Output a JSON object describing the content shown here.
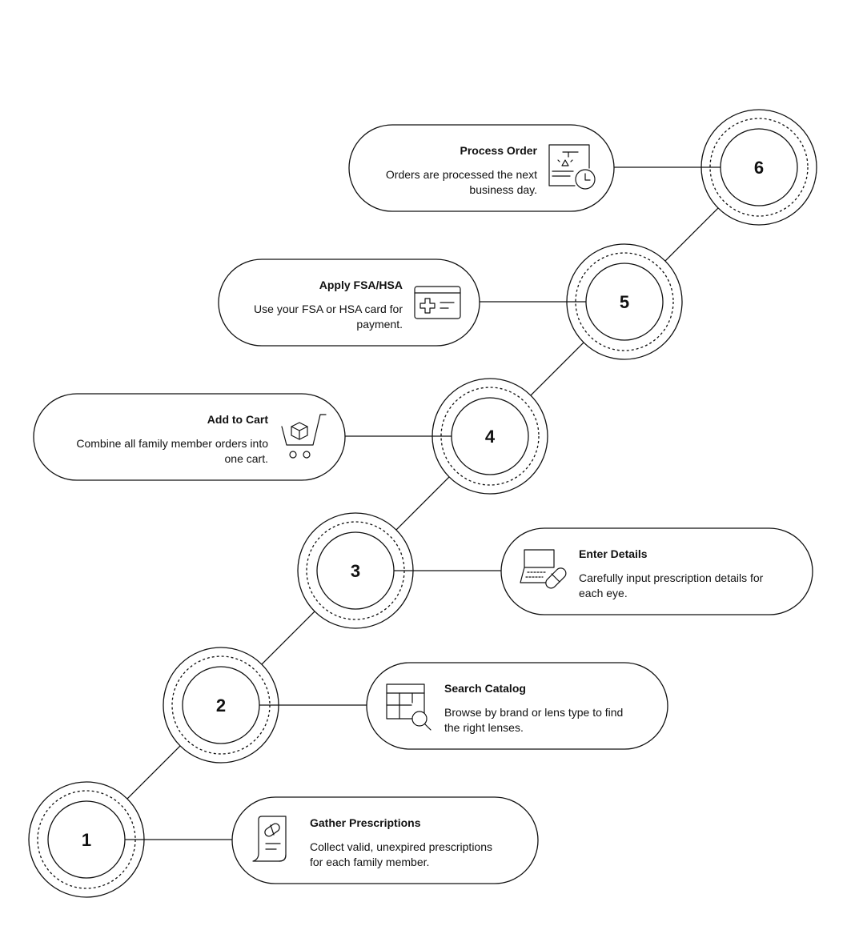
{
  "steps": [
    {
      "number": "1",
      "title": "Gather Prescriptions",
      "lines": [
        "Collect valid, unexpired prescriptions",
        "for each family member."
      ],
      "icon": "prescription-scroll-icon"
    },
    {
      "number": "2",
      "title": "Search Catalog",
      "lines": [
        "Browse by brand or lens type to find",
        "the right lenses."
      ],
      "icon": "catalog-search-icon"
    },
    {
      "number": "3",
      "title": "Enter Details",
      "lines": [
        "Carefully input prescription details for",
        "each eye."
      ],
      "icon": "laptop-pill-icon"
    },
    {
      "number": "4",
      "title": "Add to Cart",
      "lines": [
        "Combine all family member orders into",
        "one cart."
      ],
      "icon": "shopping-cart-icon"
    },
    {
      "number": "5",
      "title": "Apply FSA/HSA",
      "lines": [
        "Use your FSA or HSA card for",
        "payment."
      ],
      "icon": "health-card-icon"
    },
    {
      "number": "6",
      "title": "Process Order",
      "lines": [
        "Orders are processed the next",
        "business day."
      ],
      "icon": "order-clock-icon"
    }
  ]
}
